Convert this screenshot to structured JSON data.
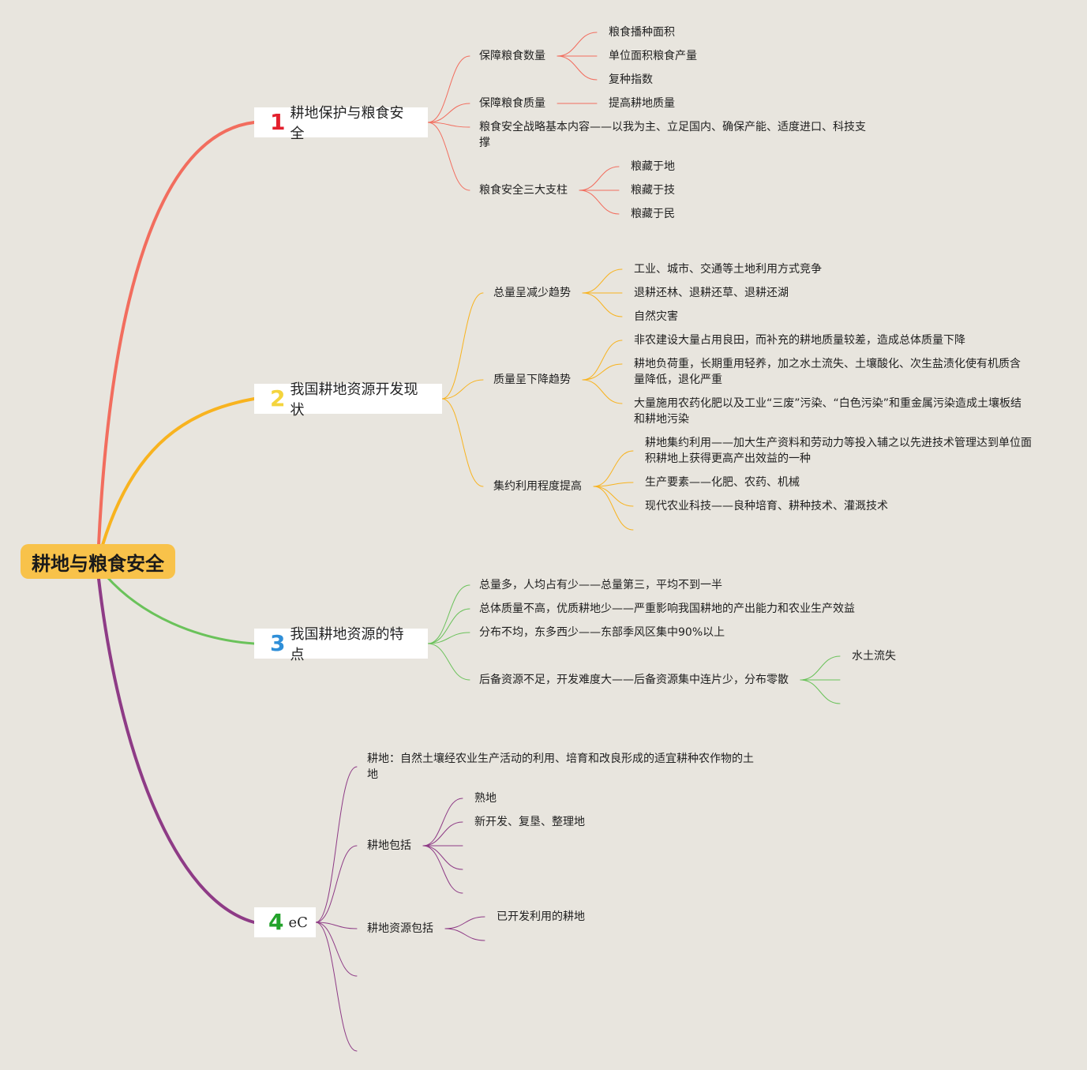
{
  "root": {
    "label": "耕地与粮食安全"
  },
  "colors": {
    "b1": "#f26d5e",
    "b2": "#f8b31f",
    "b3": "#6ac25a",
    "b4": "#8e3b86",
    "num1": "#e3202d",
    "num2": "#f4d43d",
    "num3": "#2f8fd8",
    "num4": "#22a22a"
  },
  "branches": [
    {
      "num": "1",
      "label": "耕地保护与粮食安全",
      "items": [
        {
          "label": "保障粮食数量",
          "children": [
            "粮食播种面积",
            "单位面积粮食产量",
            "复种指数"
          ]
        },
        {
          "label": "保障粮食质量",
          "children": [
            "提高耕地质量"
          ]
        },
        {
          "label": "粮食安全战略基本内容——以我为主、立足国内、确保产能、适度进口、科技支撑",
          "children": []
        },
        {
          "label": "粮食安全三大支柱",
          "children": [
            "粮藏于地",
            "粮藏于技",
            "粮藏于民"
          ]
        }
      ]
    },
    {
      "num": "2",
      "label": "我国耕地资源开发现状",
      "items": [
        {
          "label": "总量呈减少趋势",
          "children": [
            "工业、城市、交通等土地利用方式竞争",
            "退耕还林、退耕还草、退耕还湖",
            "自然灾害"
          ]
        },
        {
          "label": "质量呈下降趋势",
          "children": [
            "非农建设大量占用良田，而补充的耕地质量较差，造成总体质量下降",
            "耕地负荷重，长期重用轻养，加之水土流失、土壤酸化、次生盐渍化使有机质含量降低，退化严重",
            "大量施用农药化肥以及工业“三废”污染、“白色污染”和重金属污染造成土壤板结和耕地污染"
          ]
        },
        {
          "label": "集约利用程度提高",
          "children": [
            "耕地集约利用——加大生产资料和劳动力等投入辅之以先进技术管理达到单位面积耕地上获得更高产出效益的一种",
            "生产要素——化肥、农药、机械",
            "现代农业科技——良种培育、耕种技术、灌溉技术",
            ""
          ]
        }
      ]
    },
    {
      "num": "3",
      "label": "我国耕地资源的特点",
      "items": [
        {
          "label": "总量多，人均占有少——总量第三，平均不到一半",
          "children": []
        },
        {
          "label": "总体质量不高，优质耕地少——严重影响我国耕地的产出能力和农业生产效益",
          "children": []
        },
        {
          "label": "分布不均，东多西少——东部季风区集中90%以上",
          "children": []
        },
        {
          "label": "后备资源不足，开发难度大——后备资源集中连片少，分布零散",
          "children": [
            "水土流失",
            "",
            ""
          ]
        }
      ]
    },
    {
      "num": "4",
      "label": "eC",
      "items": [
        {
          "label": "耕地：自然土壤经农业生产活动的利用、培育和改良形成的适宜耕种农作物的土地",
          "children": []
        },
        {
          "label": "耕地包括",
          "children": [
            "熟地",
            "新开发、复垦、整理地",
            "",
            "",
            ""
          ]
        },
        {
          "label": "耕地资源包括",
          "children": [
            "已开发利用的耕地",
            ""
          ]
        },
        {
          "label": "",
          "children": []
        },
        {
          "label": "",
          "children": []
        }
      ]
    }
  ]
}
